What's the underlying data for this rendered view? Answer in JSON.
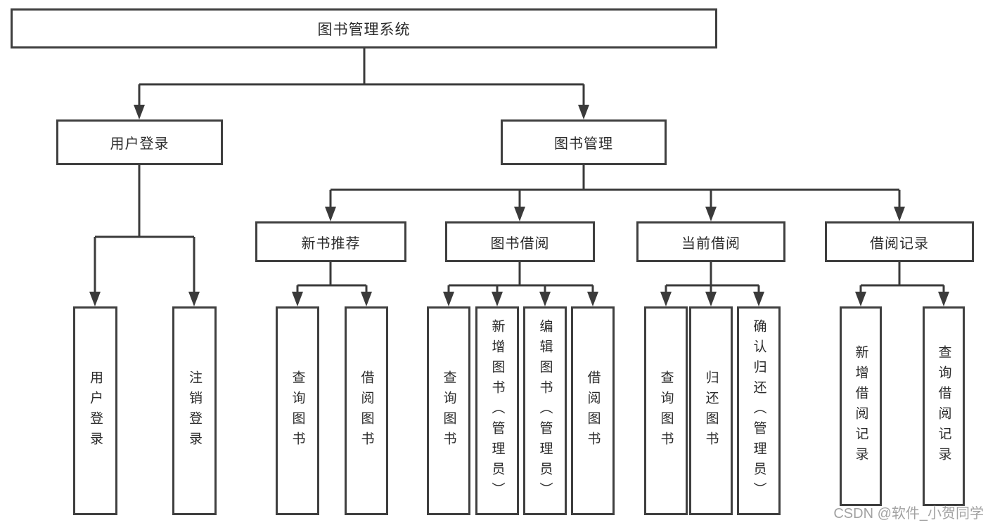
{
  "diagram": {
    "root": "图书管理系统",
    "user_login": {
      "label": "用户登录",
      "children": {
        "login": "用户登录",
        "logout": "注销登录"
      }
    },
    "book_mgmt": {
      "label": "图书管理",
      "new_book": {
        "label": "新书推荐",
        "children": {
          "query": "查询图书",
          "borrow": "借阅图书"
        }
      },
      "borrowing": {
        "label": "图书借阅",
        "children": {
          "query": "查询图书",
          "add": "新增图书（管理员）",
          "edit": "编辑图书（管理员）",
          "borrow": "借阅图书"
        }
      },
      "current": {
        "label": "当前借阅",
        "children": {
          "query": "查询图书",
          "return": "归还图书",
          "confirm": "确认归还（管理员）"
        }
      },
      "records": {
        "label": "借阅记录",
        "children": {
          "add": "新增借阅记录",
          "query": "查询借阅记录"
        }
      }
    }
  },
  "watermark": "CSDN @软件_小贺同学",
  "colors": {
    "line": "#3a3a3a",
    "box_border": "#3f3f3f",
    "text": "#2b2b2b",
    "watermark": "#a2a2a2",
    "background": "#ffffff"
  }
}
